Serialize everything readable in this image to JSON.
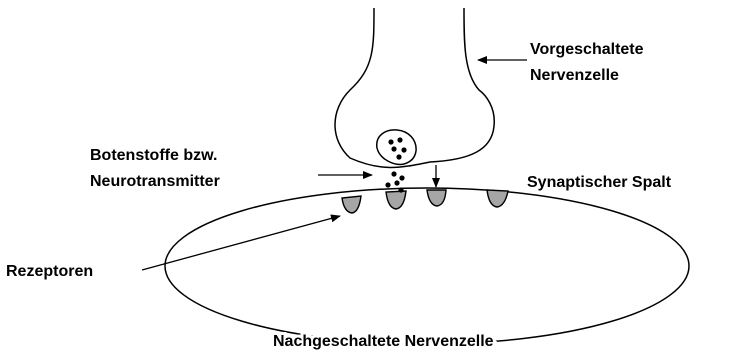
{
  "labels": {
    "presynaptic_line1": "Vorgeschaltete",
    "presynaptic_line2": "Nervenzelle",
    "transmitter_line1": "Botenstoffe bzw.",
    "transmitter_line2": "Neurotransmitter",
    "cleft": "Synaptischer Spalt",
    "receptors": "Rezeptoren",
    "postsynaptic": "Nachgeschaltete Nervenzelle"
  },
  "colors": {
    "ink": "#000000",
    "receptor_fill": "#a6a6a6",
    "background": "#ffffff"
  }
}
